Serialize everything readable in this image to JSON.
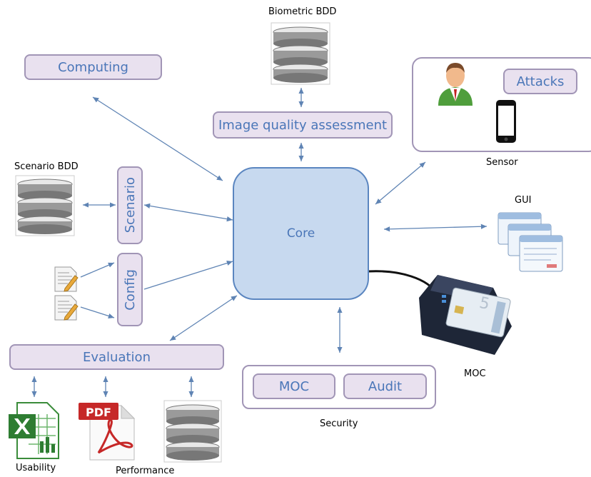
{
  "modules": {
    "computing": "Computing",
    "image_quality": "Image quality assessment",
    "attacks": "Attacks",
    "scenario": "Scenario",
    "config": "Config",
    "core": "Core",
    "evaluation": "Evaluation",
    "moc_box": "MOC",
    "audit_box": "Audit"
  },
  "labels": {
    "biometric_bdd": "Biometric BDD",
    "sensor": "Sensor",
    "scenario_bdd": "Scenario BDD",
    "gui": "GUI",
    "moc": "MOC",
    "security": "Security",
    "usability": "Usability",
    "performance": "Performance",
    "pdf": "PDF"
  },
  "colors": {
    "box_fill": "#e9e1ef",
    "box_border": "#a195b6",
    "box_text": "#4a76b8",
    "core_fill": "#c7d9ef",
    "core_border": "#5b86c0",
    "arrow": "#5f84b4"
  }
}
